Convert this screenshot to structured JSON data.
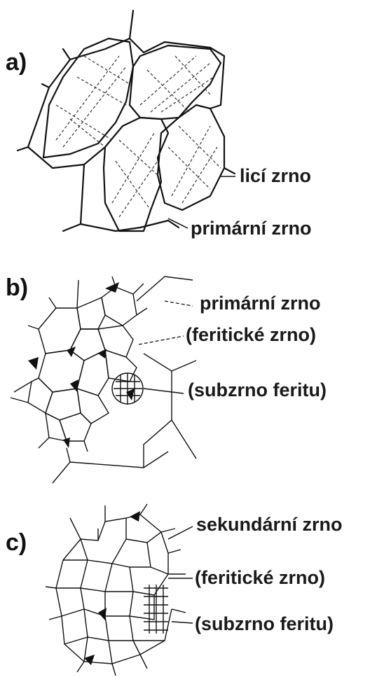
{
  "panels": [
    {
      "label": "a)",
      "callouts": [
        "licí zrno",
        "primární zrno"
      ]
    },
    {
      "label": "b)",
      "callouts": [
        "primární zrno",
        "(feritické zrno)",
        "(subzrno feritu)"
      ]
    },
    {
      "label": "c)",
      "callouts": [
        "sekundární zrno",
        "(feritické zrno)",
        "(subzrno feritu)"
      ]
    }
  ]
}
